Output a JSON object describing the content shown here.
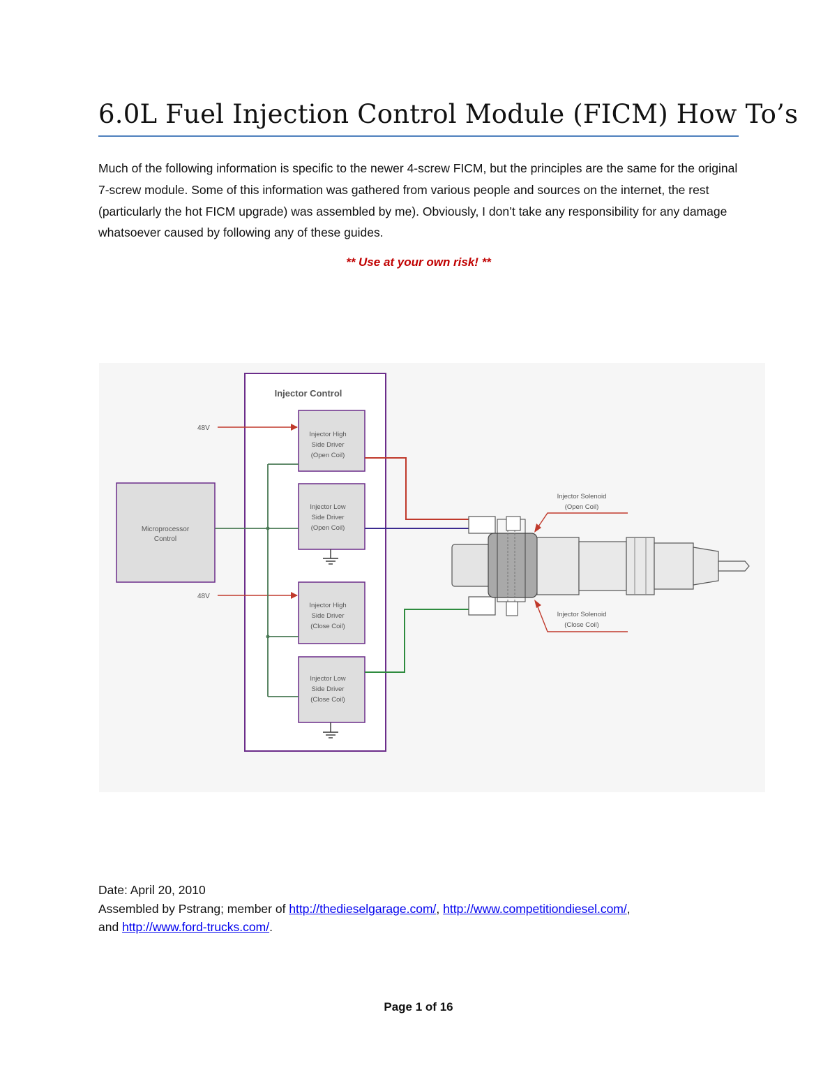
{
  "document": {
    "title": "6.0L Fuel Injection Control Module (FICM) How To’s",
    "intro": "Much of the following information is specific to the newer 4-screw FICM, but the principles are the same for the original 7-screw module.  Some of this information was gathered from various people and sources on the internet, the rest (particularly the hot FICM upgrade) was assembled by me).  Obviously, I don’t take any responsibility for any damage whatsoever caused by following any of these guides.",
    "warning": "** Use at your own risk! **"
  },
  "diagram": {
    "injector_control_label": "Injector Control",
    "microprocessor": [
      "Microprocessor",
      "Control"
    ],
    "supply_top": "48V",
    "supply_bottom": "48V",
    "drivers": [
      {
        "lines": [
          "Injector High",
          "Side Driver",
          "(Open Coil)"
        ]
      },
      {
        "lines": [
          "Injector Low",
          "Side Driver",
          "(Open Coil)"
        ]
      },
      {
        "lines": [
          "Injector High",
          "Side Driver",
          "(Close Coil)"
        ]
      },
      {
        "lines": [
          "Injector Low",
          "Side Driver",
          "(Close Coil)"
        ]
      }
    ],
    "solenoid_open": [
      "Injector Solenoid",
      "(Open Coil)"
    ],
    "solenoid_close": [
      "Injector Solenoid",
      "(Close Coil)"
    ],
    "colors": {
      "box_border": "#6b2d8a",
      "positive": "#c0392b",
      "negative": "#3b2a8f",
      "close_neg": "#2e8b3e",
      "bus": "#4a7a55"
    }
  },
  "footer": {
    "date": "Date: April 20, 2010",
    "assembled_prefix": "Assembled by Pstrang; member of ",
    "link1": "http://thedieselgarage.com/",
    "sep1": ", ",
    "link2": "http://www.competitiondiesel.com/",
    "sep2": ",",
    "and": "and ",
    "link3": "http://www.ford-trucks.com/",
    "end": "."
  },
  "page": {
    "prefix": "Page ",
    "current": "1",
    "of": " of ",
    "total": "16"
  }
}
